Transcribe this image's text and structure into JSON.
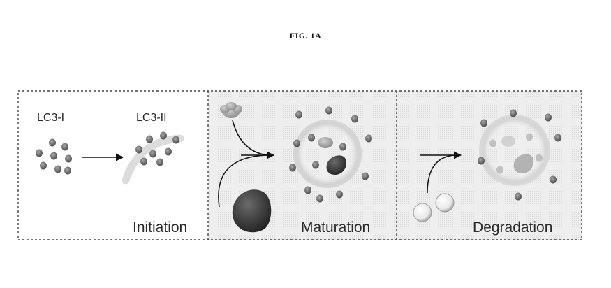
{
  "figure": {
    "title": "FIG. 1A"
  },
  "panels": {
    "initiation": {
      "label_before": "LC3-I",
      "label_after": "LC3-II",
      "stage": "Initiation"
    },
    "maturation": {
      "stage": "Maturation"
    },
    "degradation": {
      "stage": "Degradation"
    }
  },
  "colors": {
    "dot": "#6f6f6f",
    "membrane": "#d6d6d6",
    "panel_shade": "#ececec",
    "cargo_dark": "#3a3a3a",
    "border": "#444444"
  }
}
